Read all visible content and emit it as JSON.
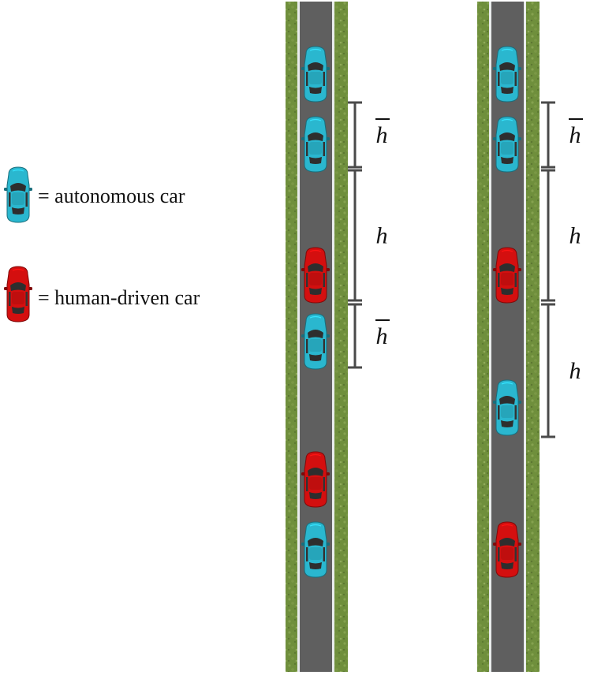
{
  "legend": {
    "autonomous": {
      "label": "= autonomous car",
      "color": "#2ab7cf"
    },
    "human": {
      "label": "= human-driven car",
      "color": "#d40f0f"
    }
  },
  "colors": {
    "grass": "#6f8f3c",
    "road": "#5f5f5f",
    "lane_line": "#e9ecec",
    "bracket": "#4a4a4a"
  },
  "roads": [
    {
      "id": "road-left",
      "cars": [
        "autonomous",
        "autonomous",
        "human",
        "autonomous",
        "human",
        "autonomous"
      ],
      "headways": [
        {
          "symbol": "h",
          "bar": true
        },
        {
          "symbol": "h",
          "bar": false
        },
        {
          "symbol": "h",
          "bar": true
        }
      ]
    },
    {
      "id": "road-right",
      "cars": [
        "autonomous",
        "autonomous",
        "human",
        "autonomous",
        "human"
      ],
      "headways": [
        {
          "symbol": "h",
          "bar": true
        },
        {
          "symbol": "h",
          "bar": false
        },
        {
          "symbol": "h",
          "bar": false
        }
      ]
    }
  ]
}
